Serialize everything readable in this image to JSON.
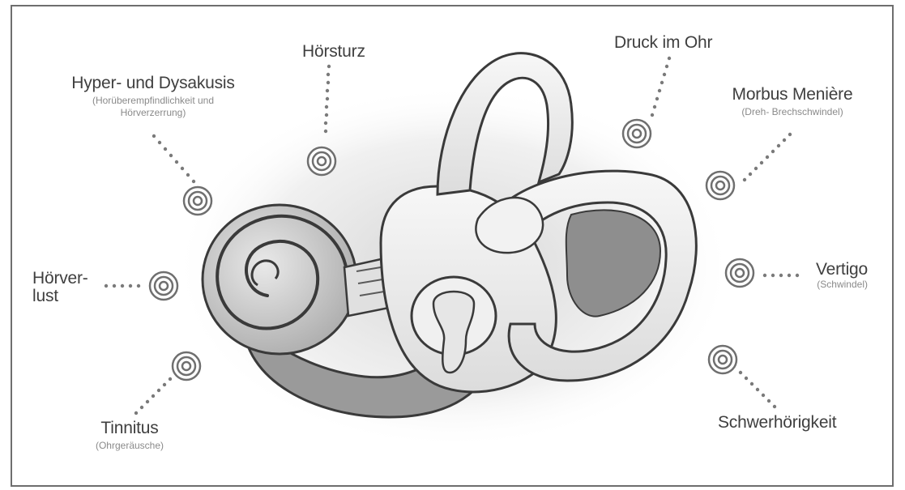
{
  "labels": {
    "hoersturz": {
      "main": "Hörsturz"
    },
    "druck": {
      "main": "Druck im Ohr"
    },
    "hyper": {
      "main": "Hyper- und Dysakusis",
      "sub_line1": "(Horüberempfindlichkeit und",
      "sub_line2": "Hörverzerrung)"
    },
    "morbus": {
      "main": "Morbus Menière",
      "sub": "(Dreh- Brechschwindel)"
    },
    "hoerverlust": {
      "line1": "Hörver-",
      "line2": "lust"
    },
    "vertigo": {
      "main": "Vertigo",
      "sub": "(Schwindel)"
    },
    "tinnitus": {
      "main": "Tinnitus",
      "sub": "(Ohrgeräusche)"
    },
    "schwer": {
      "main": "Schwerhörigkeit"
    }
  },
  "colors": {
    "text": "#3f3f3f",
    "subtext": "#8a8a8a",
    "dots": "#7a7a7a",
    "marker": "#6f6f6f",
    "frame": "#6e6e6e"
  },
  "icons": {
    "marker": "concentric-circles-icon",
    "illustration": "inner-ear-illustration"
  }
}
